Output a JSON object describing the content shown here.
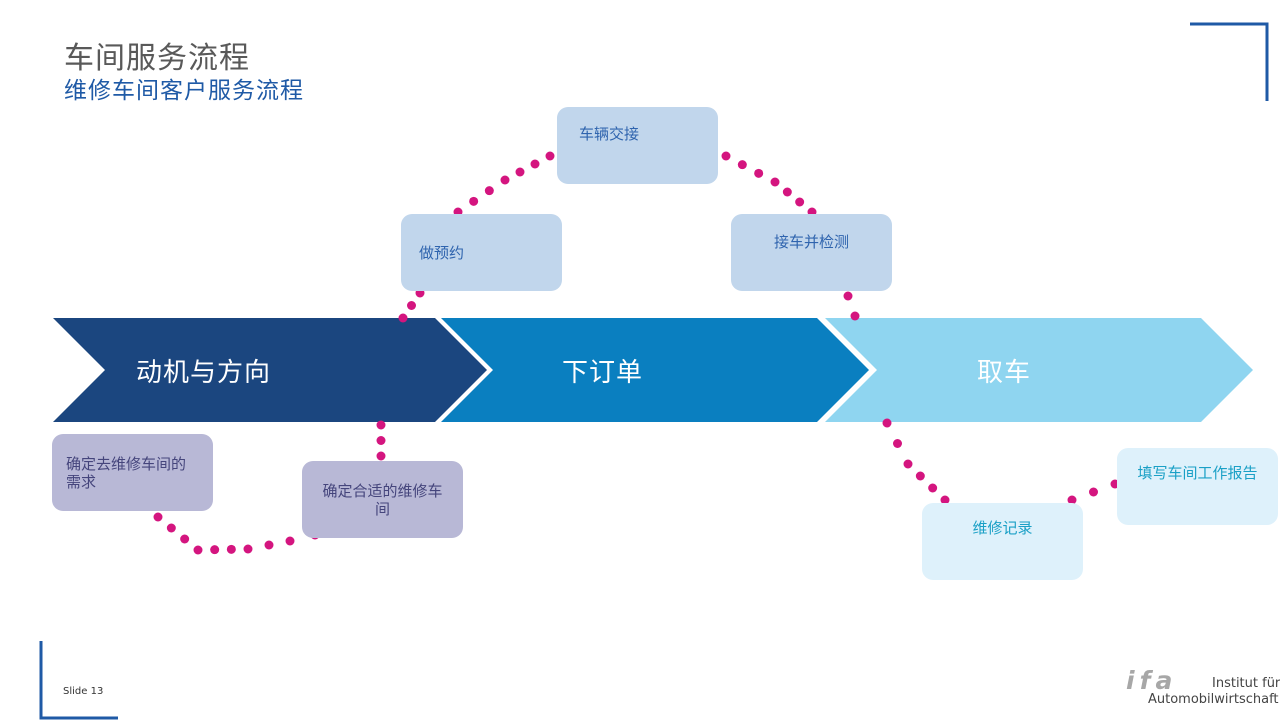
{
  "header": {
    "title": "车间服务流程",
    "subtitle": "维修车间客户服务流程"
  },
  "phases": [
    {
      "label": "动机与方向",
      "color": "#1b467f"
    },
    {
      "label": "下订单",
      "color": "#0a7fc0"
    },
    {
      "label": "取车",
      "color": "#8fd5f0"
    }
  ],
  "steps": [
    {
      "label": "确定去维修车间的需求"
    },
    {
      "label": "确定合适的维修车间"
    },
    {
      "label": "做预约"
    },
    {
      "label": "车辆交接"
    },
    {
      "label": "接车并检测"
    },
    {
      "label": "维修记录"
    },
    {
      "label": "填写车间工作报告"
    }
  ],
  "colors": {
    "accent": "#1f5aa6",
    "dots": "#d4157f",
    "frame": "#1f5aa6"
  },
  "footer": {
    "slide": "Slide 13",
    "logo_mark": "ifa",
    "logo_line1": "Institut für",
    "logo_line2": "Automobilwirtschaft"
  }
}
